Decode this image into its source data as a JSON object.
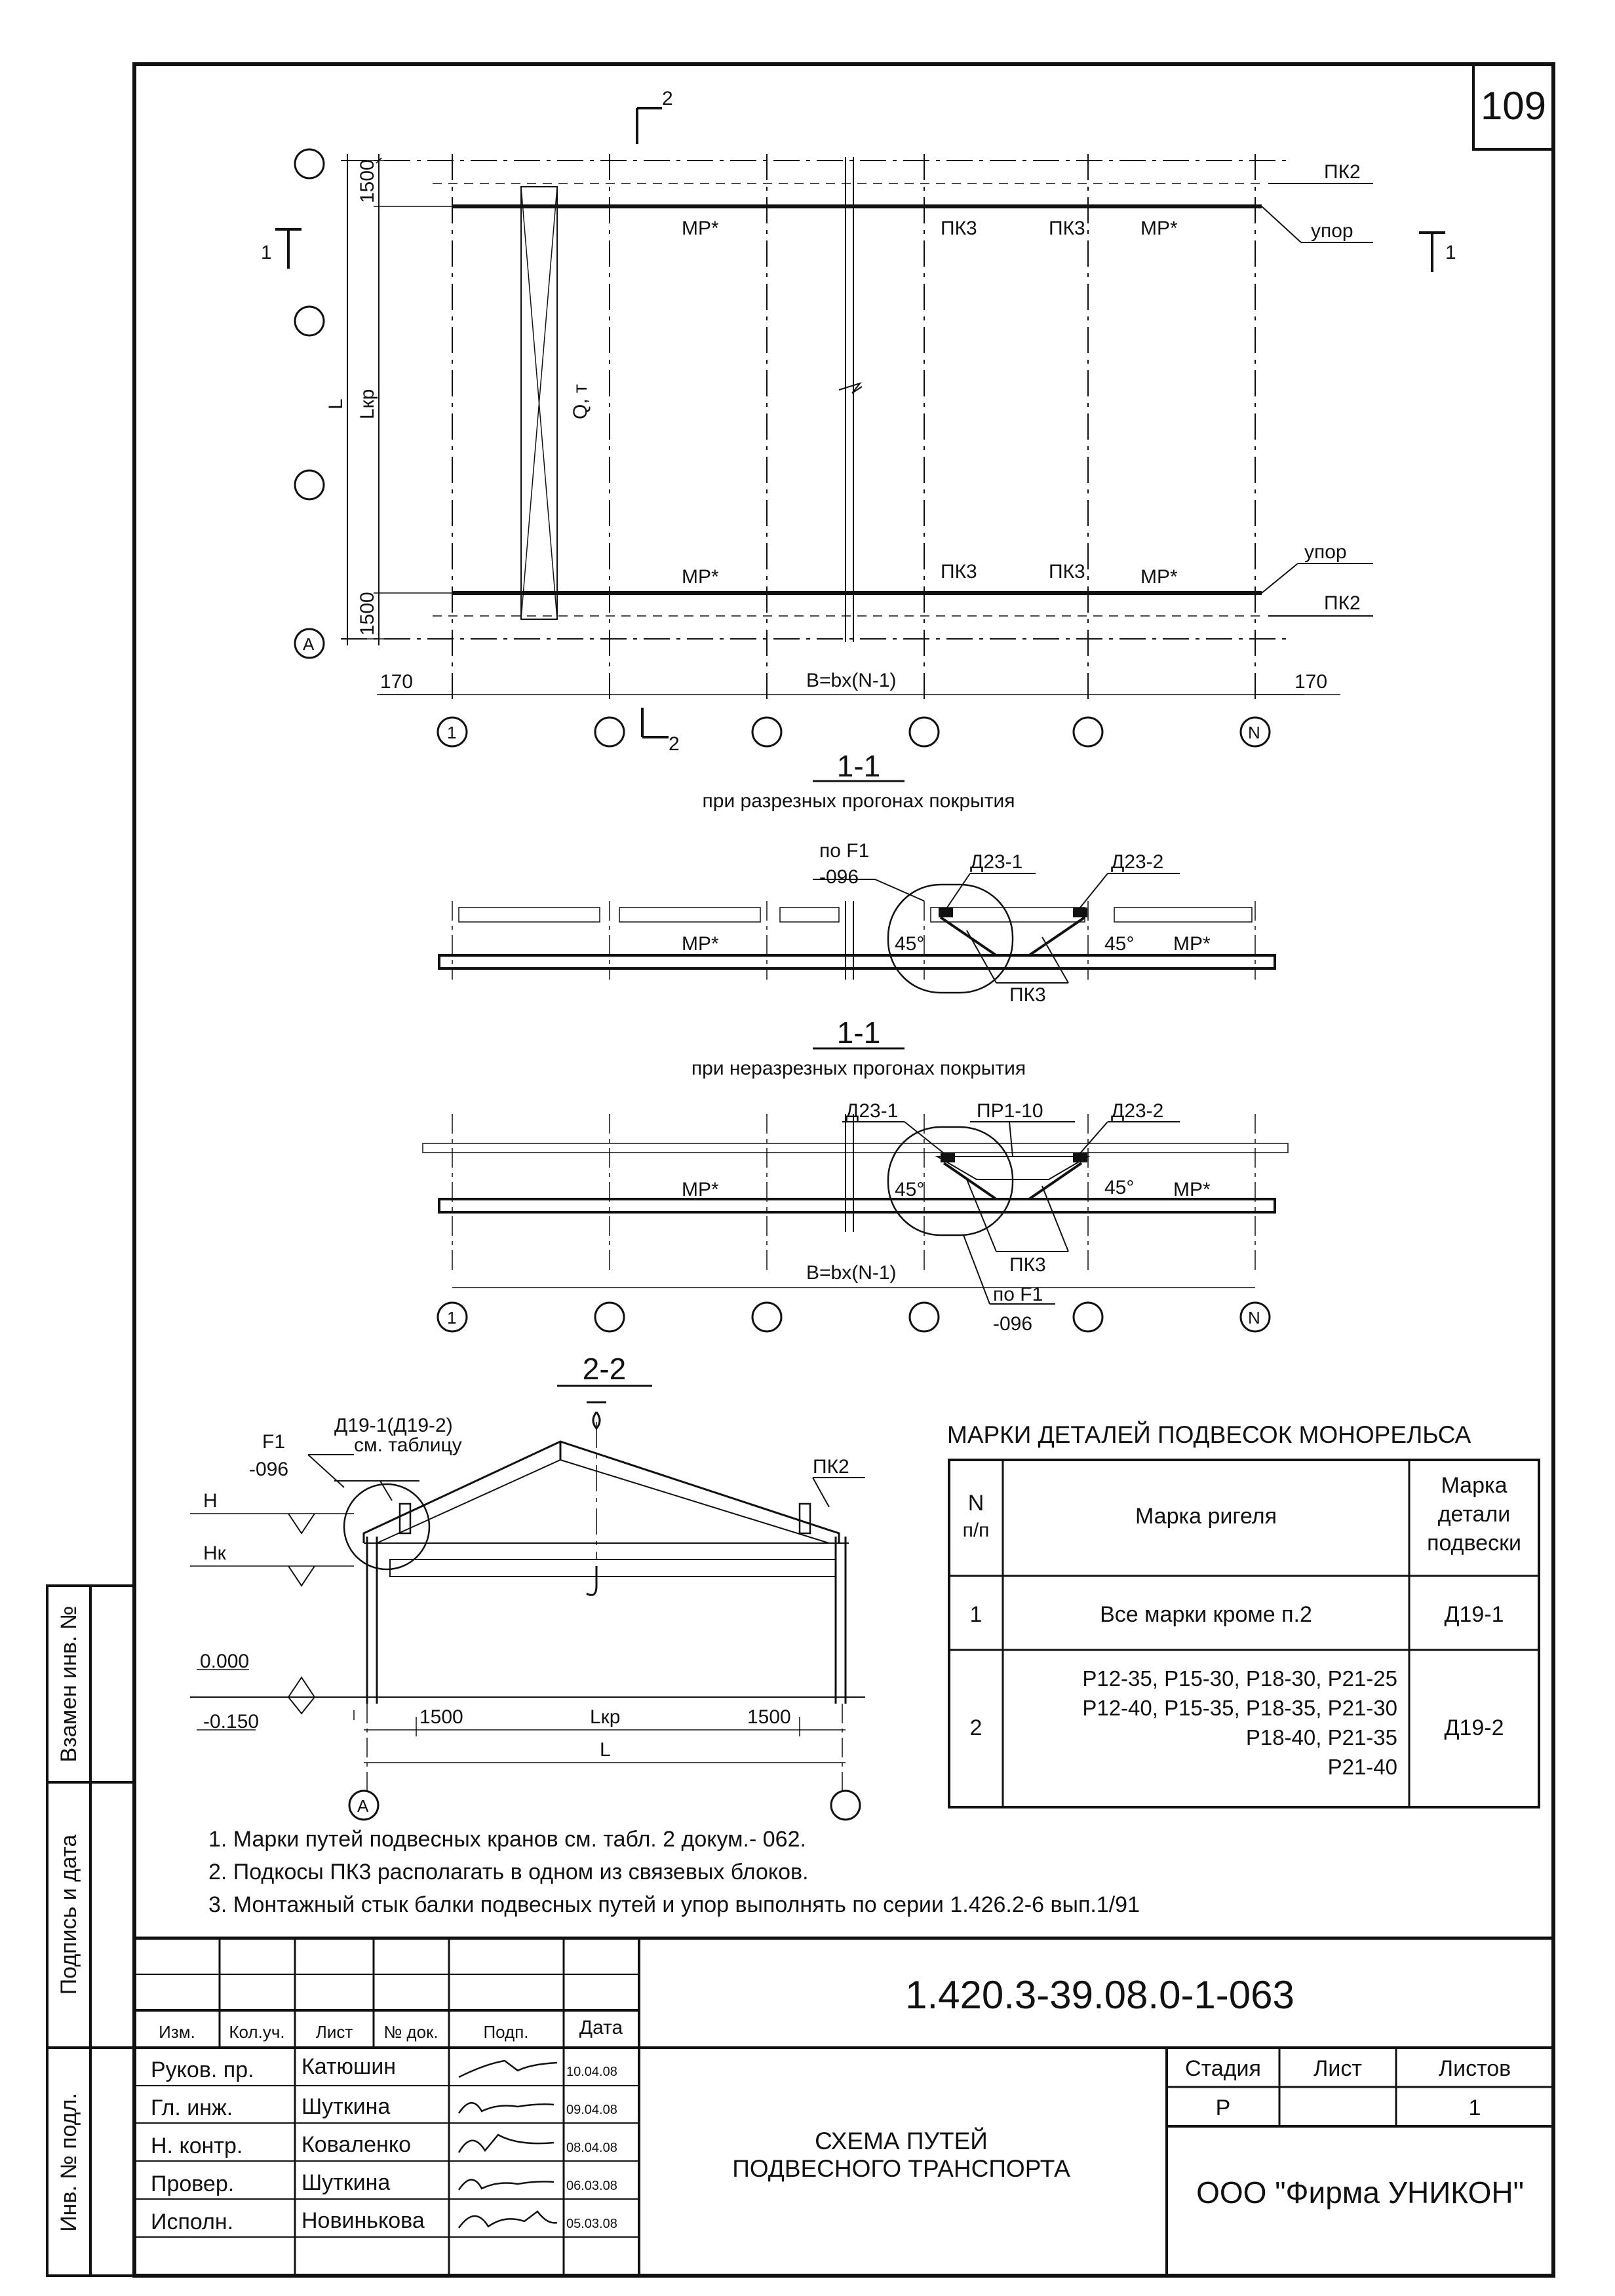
{
  "sheet_number": "109",
  "plan": {
    "section_mark": "2",
    "section_mark_1": "1",
    "pk2": "ПК2",
    "pk3": "ПК3",
    "mr": "МР*",
    "upor": "упор",
    "dim_1500": "1500",
    "dim_170": "170",
    "dim_L": "L",
    "dim_Lkr": "Lкр",
    "load": "Q, т",
    "span": "B=bx(N-1)",
    "axis_a": "А",
    "axis_1": "1",
    "axis_n": "N"
  },
  "section_1a": {
    "title": "1-1",
    "subtitle": "при разрезных прогонах покрытия",
    "ref": "по F1",
    "ref_code": "-096",
    "d1": "Д23-1",
    "d2": "Д23-2",
    "angle": "45°",
    "mr": "МР*",
    "pk3": "ПК3"
  },
  "section_1b": {
    "title": "1-1",
    "subtitle": "при неразрезных прогонах покрытия",
    "d1": "Д23-1",
    "pr": "ПР1-10",
    "d2": "Д23-2",
    "angle": "45°",
    "mr": "МР*",
    "pk3": "ПК3",
    "span": "B=bx(N-1)",
    "ref": "по F1",
    "ref_code": "-096",
    "axis_1": "1",
    "axis_n": "N"
  },
  "section_2": {
    "title": "2-2",
    "detail": "Д19-1(Д19-2)",
    "detail_note": "см. таблицу",
    "ref": "F1",
    "ref_code": "-096",
    "pk2": "ПК2",
    "h": "Н",
    "hk": "Нк",
    "level_0": "0.000",
    "level_1": "-0.150",
    "dim_1500": "1500",
    "dim_Lkr": "Lкр",
    "dim_L": "L",
    "axis_a": "А"
  },
  "table": {
    "title": "МАРКИ ДЕТАЛЕЙ ПОДВЕСОК МОНОРЕЛЬСА",
    "h_num": [
      "N",
      "п/п"
    ],
    "h_beam": "Марка ригеля",
    "h_part": [
      "Марка",
      "детали",
      "подвески"
    ],
    "rows": [
      {
        "n": "1",
        "beam": [
          "Все марки кроме п.2"
        ],
        "part": "Д19-1"
      },
      {
        "n": "2",
        "beam": [
          "Р12-35, Р15-30, Р18-30, Р21-25",
          "Р12-40, Р15-35, Р18-35, Р21-30",
          "Р18-40, Р21-35",
          "Р21-40"
        ],
        "part": "Д19-2"
      }
    ]
  },
  "notes": [
    "1. Марки путей подвесных кранов см. табл. 2 докум.- 062.",
    "2. Подкосы ПК3 располагать в одном из связевых блоков.",
    "3. Монтажный стык балки подвесных путей и упор выполнять по серии 1.426.2-6 вып.1/91"
  ],
  "side_stamps": [
    "Взамен инв. №",
    "Подпись и дата",
    "Инв. № подл."
  ],
  "title_block": {
    "code": "1.420.3-39.08.0-1-063",
    "col_headers": [
      "Изм.",
      "Кол.уч.",
      "Лист",
      "№ док.",
      "Подп.",
      "Дата"
    ],
    "people": [
      {
        "role": "Руков. пр.",
        "name": "Катюшин",
        "date": "10.04.08"
      },
      {
        "role": "Гл. инж.",
        "name": "Шуткина",
        "date": "09.04.08"
      },
      {
        "role": "Н. контр.",
        "name": "Коваленко",
        "date": "08.04.08"
      },
      {
        "role": "Провер.",
        "name": "Шуткина",
        "date": "06.03.08"
      },
      {
        "role": "Исполн.",
        "name": "Новинькова",
        "date": "05.03.08"
      }
    ],
    "doc_title": [
      "СХЕМА ПУТЕЙ",
      "ПОДВЕСНОГО ТРАНСПОРТА"
    ],
    "stage_h": "Стадия",
    "sheet_h": "Лист",
    "sheets_h": "Листов",
    "stage": "Р",
    "sheets": "1",
    "company": "ООО \"Фирма УНИКОН\""
  }
}
